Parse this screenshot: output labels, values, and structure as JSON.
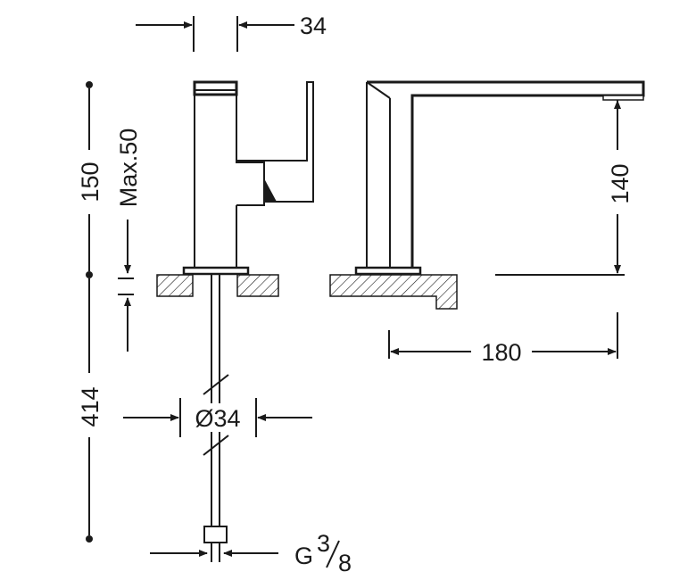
{
  "dimensions": {
    "top_width": "34",
    "height_total": "150",
    "lever_max": "Max.50",
    "spout_height": "140",
    "reach": "180",
    "hose_length": "414",
    "diameter": "Ø34",
    "thread_prefix": "G",
    "thread_numerator": "3",
    "thread_denominator": "8"
  },
  "colors": {
    "ink": "#1a1a1a",
    "background": "#ffffff"
  }
}
